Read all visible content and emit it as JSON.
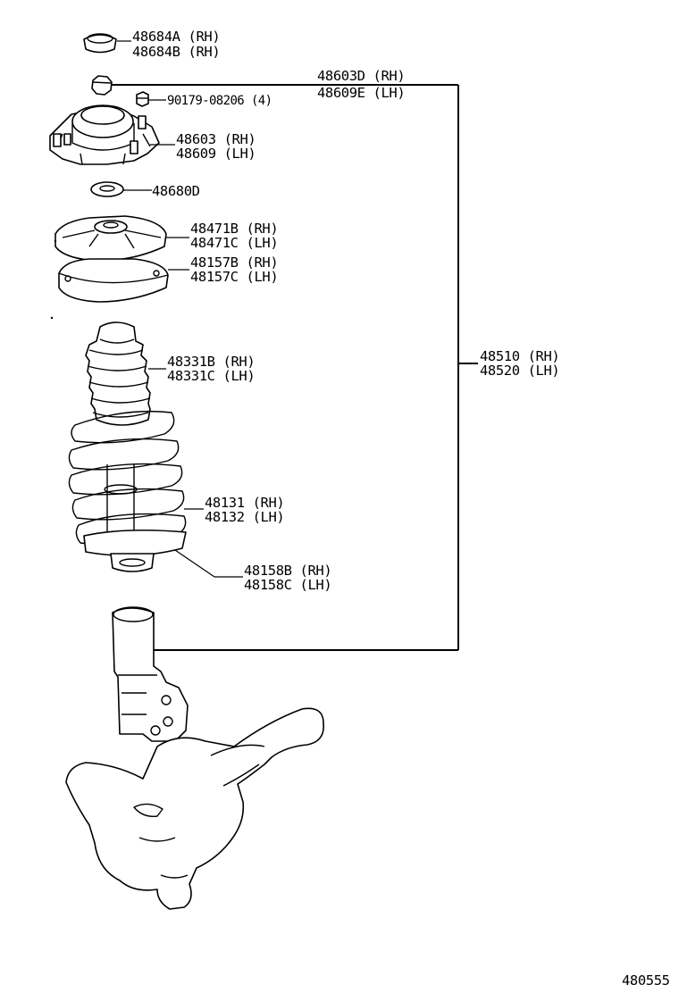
{
  "callouts": [
    {
      "id": "cap",
      "line1": "48684A (RH)",
      "line2": "48684B (RH)"
    },
    {
      "id": "nut",
      "line1": "90179-08206 (4)"
    },
    {
      "id": "support-assy",
      "line1": "48603D (RH)",
      "line2": "48609E (LH)"
    },
    {
      "id": "support",
      "line1": "48603 (RH)",
      "line2": "48609 (LH)"
    },
    {
      "id": "bearing",
      "line1": "48680D"
    },
    {
      "id": "upper-seat",
      "line1": "48471B (RH)",
      "line2": "48471C (LH)"
    },
    {
      "id": "upper-insulator",
      "line1": "48157B (RH)",
      "line2": "48157C (LH)"
    },
    {
      "id": "bumper",
      "line1": "48331B (RH)",
      "line2": "48331C (LH)"
    },
    {
      "id": "strut-assy",
      "line1": "48510 (RH)",
      "line2": "48520 (LH)"
    },
    {
      "id": "coil-spring",
      "line1": "48131 (RH)",
      "line2": "48132 (LH)"
    },
    {
      "id": "lower-insulator",
      "line1": "48158B (RH)",
      "line2": "48158C (LH)"
    }
  ],
  "figure_code": "480555"
}
